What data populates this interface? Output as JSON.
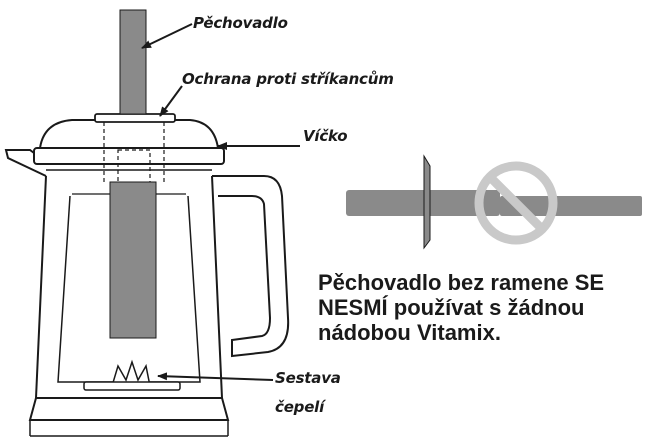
{
  "labels": {
    "tamper": "Pěchovadlo",
    "splash_guard": "Ochrana proti stříkancům",
    "lid": "Víčko",
    "blade_assembly_line1": "Sestava",
    "blade_assembly_line2": "čepelí"
  },
  "warning": {
    "line1": "Pěchovadlo bez ramene SE",
    "line2": "NESMÍ používat s žádnou",
    "line3": "nádobou Vitamix."
  },
  "colors": {
    "outline": "#1a1a1a",
    "tamper_fill": "#8a8a8a",
    "prohibition": "#c9c9c9"
  },
  "icons": {
    "prohibition": "no-symbol-icon"
  }
}
